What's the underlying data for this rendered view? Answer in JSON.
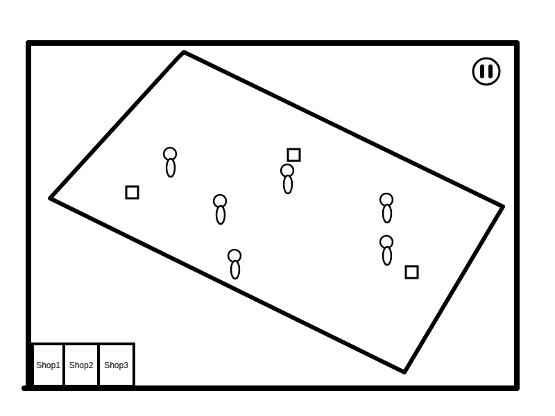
{
  "diagram": {
    "nodes": [
      {
        "text": [
          "Shop1"
        ]
      },
      {
        "text": [
          "Shop2"
        ]
      },
      {
        "text": [
          "Shop3"
        ]
      }
    ]
  }
}
